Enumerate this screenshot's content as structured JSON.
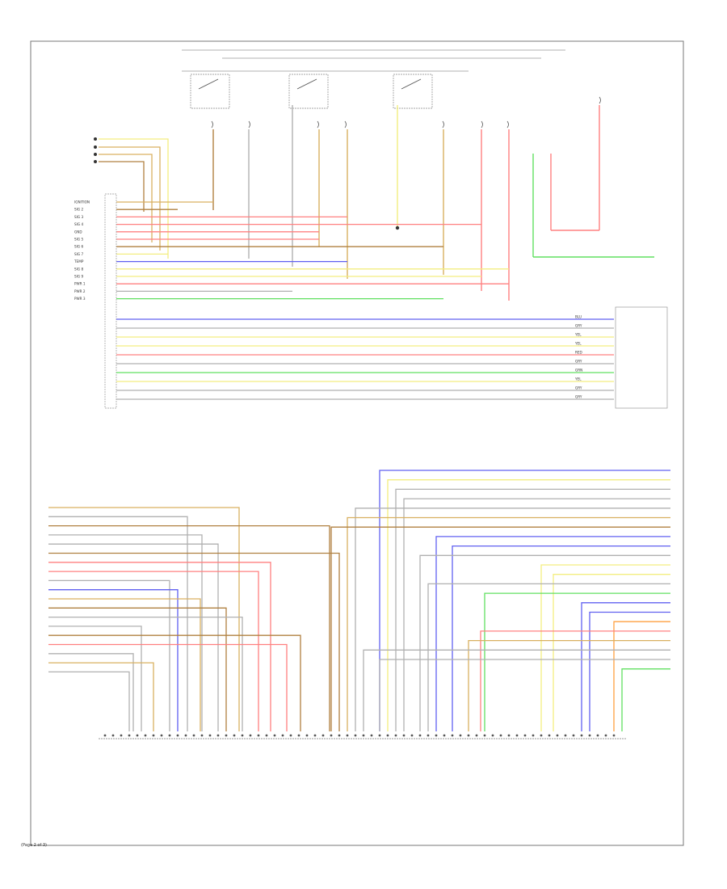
{
  "page_label": "(Page 2 of 3)",
  "colors": {
    "red": "#ff8080",
    "yellow": "#f3ee80",
    "tan": "#d9b060",
    "brown": "#b08040",
    "blue": "#6060f0",
    "green": "#60e060",
    "gray": "#b0b0b0",
    "violet": "#d080ff",
    "pink": "#ff9fc8",
    "orange": "#ffa040",
    "black": "#505050"
  },
  "top_block": {
    "wire_colors": [
      "tan",
      "brown",
      "red",
      "red",
      "red",
      "red",
      "brown",
      "yellow",
      "blue",
      "yellow",
      "yellow",
      "red",
      "gray",
      "green",
      "yellow",
      "gray",
      "gray"
    ],
    "labels_left": [
      "IGNITION",
      "SIG 2",
      "SIG 3",
      "SIG 4",
      "GND",
      "SIG 5",
      "SIG 6",
      "SIG 7",
      "TEMP",
      "SIG 8",
      "SIG 9",
      "PWR 1",
      "PWR 2",
      "PWR 3"
    ]
  },
  "mid_block": {
    "bus_colors": [
      "blue",
      "gray",
      "yellow",
      "yellow",
      "red",
      "gray",
      "green",
      "yellow",
      "gray",
      "gray"
    ],
    "right_labels": [
      "BLU",
      "GRY",
      "YEL",
      "YEL",
      "RED",
      "GRY",
      "GRN",
      "YEL",
      "GRY",
      "GRY"
    ]
  },
  "bottom_block": {
    "left_colors": [
      "tan",
      "gray",
      "brown",
      "gray",
      "gray",
      "brown",
      "red",
      "red",
      "gray",
      "blue",
      "tan",
      "brown",
      "gray",
      "gray",
      "brown",
      "red",
      "gray",
      "tan",
      "gray"
    ],
    "right_colors": [
      "blue",
      "yellow",
      "gray",
      "gray",
      "gray",
      "tan",
      "brown",
      "blue",
      "blue",
      "gray",
      "yellow",
      "yellow",
      "gray",
      "green",
      "blue",
      "blue",
      "orange",
      "red",
      "tan",
      "gray",
      "gray",
      "green"
    ]
  }
}
